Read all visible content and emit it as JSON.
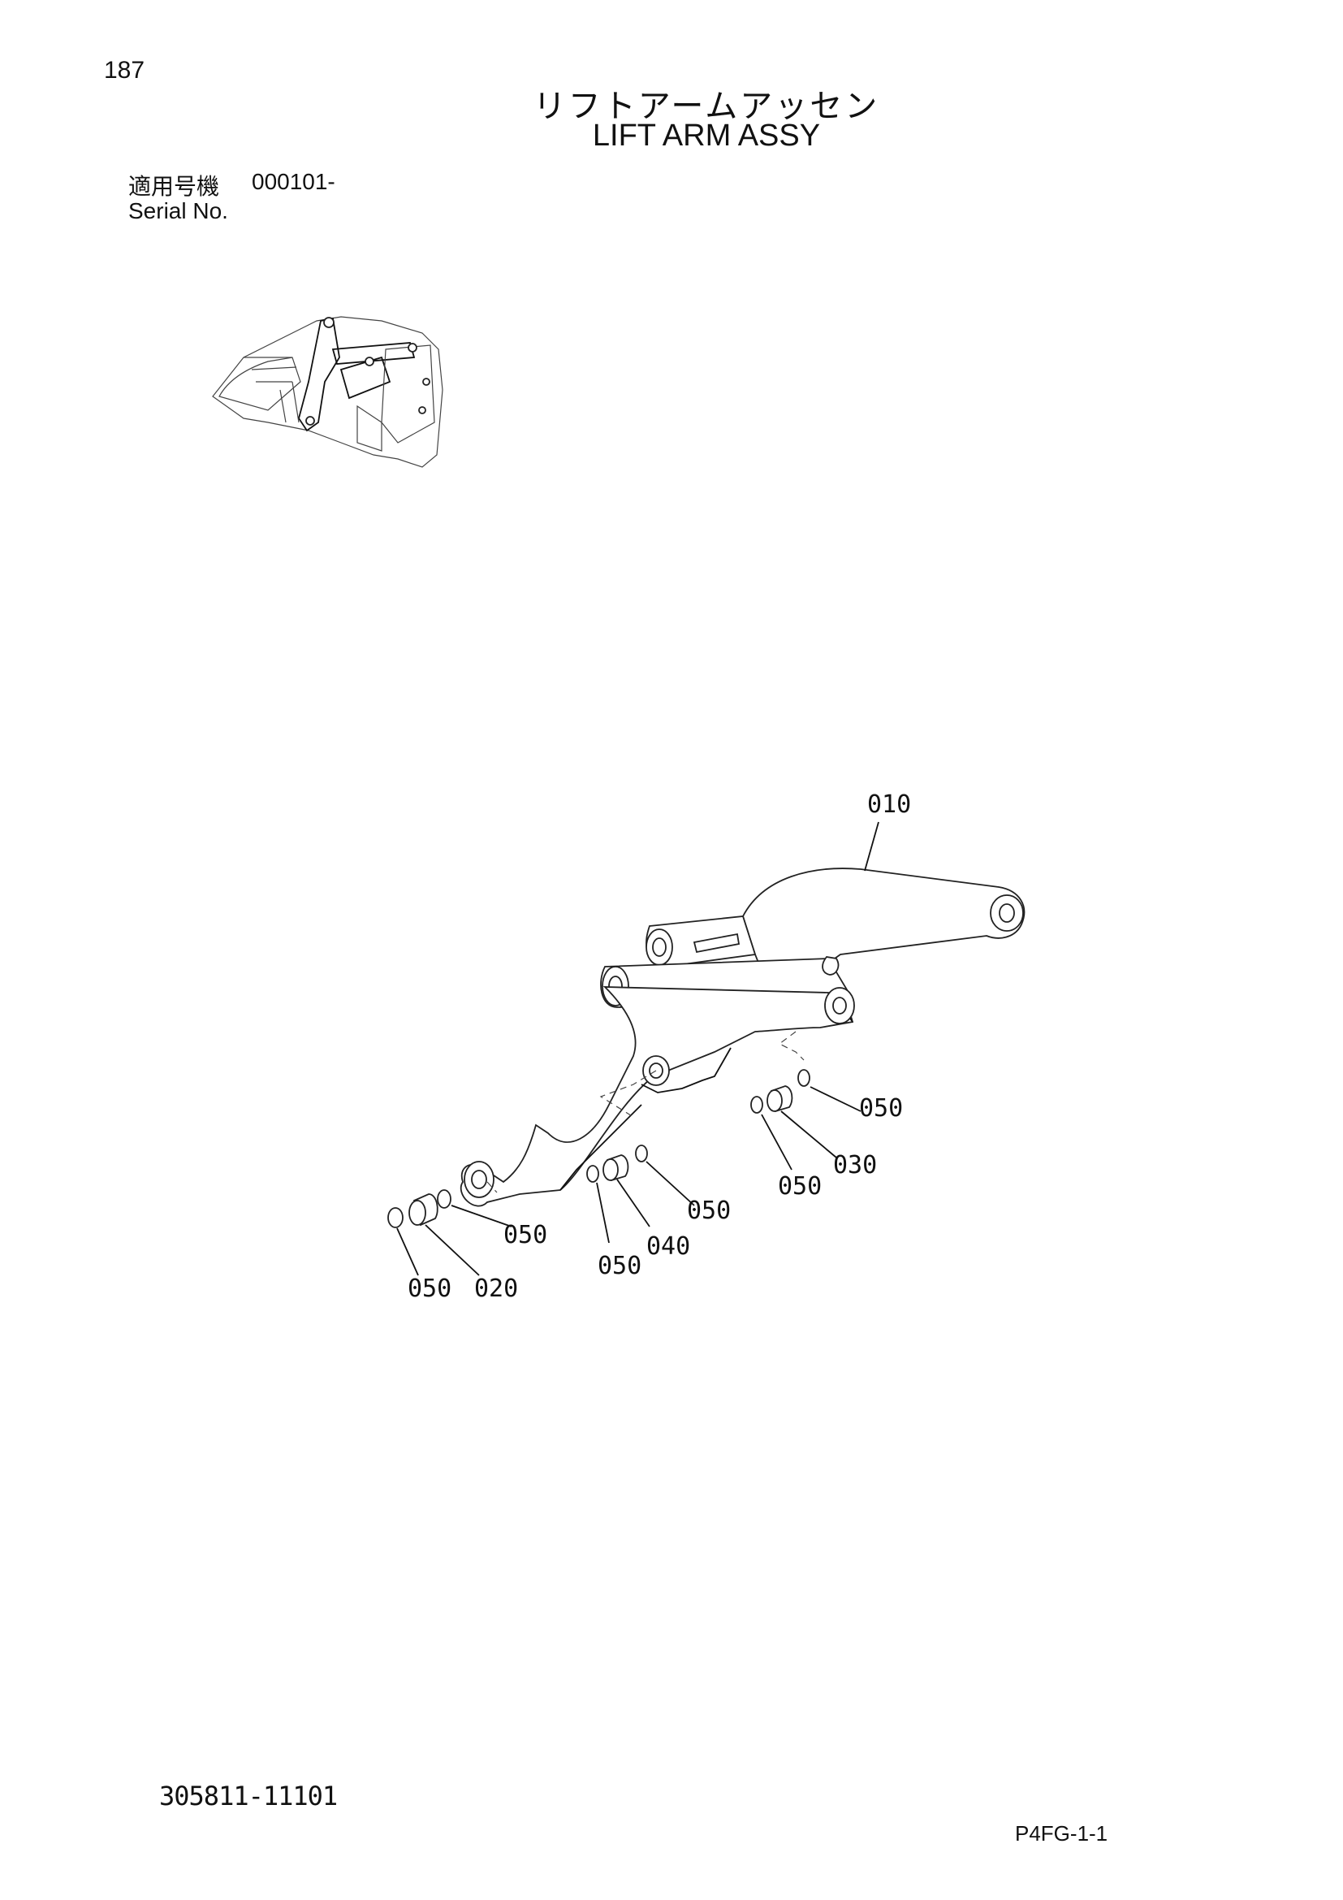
{
  "page_number": "187",
  "title_jp": "リフトアームアッセン",
  "title_en": "LIFT ARM ASSY",
  "serial": {
    "label_jp": "適用号機",
    "value": "000101-",
    "label_en": "Serial No."
  },
  "callouts": {
    "c010": "010",
    "c020": "020",
    "c030": "030",
    "c040": "040",
    "c050_a": "050",
    "c050_b": "050",
    "c050_c": "050",
    "c050_d": "050",
    "c050_e": "050",
    "c050_f": "050"
  },
  "part_number": "305811-11101",
  "page_code": "P4FG-1-1"
}
